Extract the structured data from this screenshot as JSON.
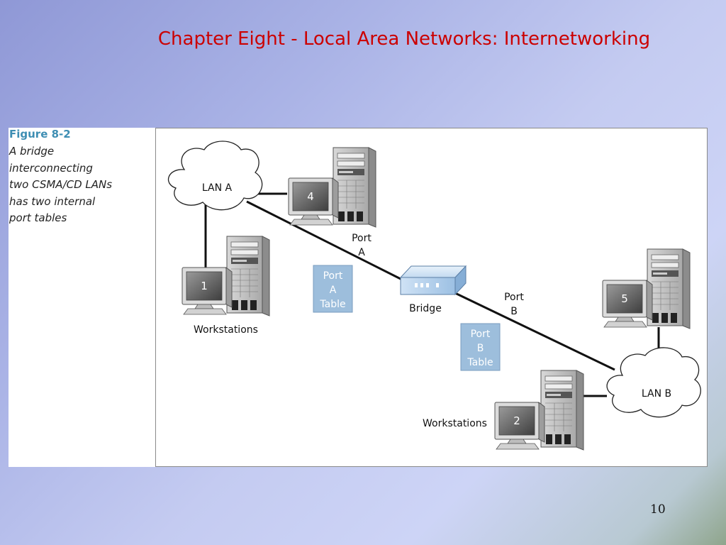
{
  "slide": {
    "title": "Chapter Eight - Local Area Networks: Internetworking",
    "page_number": "10"
  },
  "caption": {
    "figure_label": "Figure 8-2",
    "lines": [
      "A bridge",
      "interconnecting",
      "two CSMA/CD LANs",
      "has two internal",
      "port tables"
    ]
  },
  "diagram": {
    "lan_a": "LAN A",
    "lan_b": "LAN B",
    "bridge": "Bridge",
    "port_a": [
      "Port",
      "A"
    ],
    "port_b": [
      "Port",
      "B"
    ],
    "port_a_table": [
      "Port",
      "A",
      "Table"
    ],
    "port_b_table": [
      "Port",
      "B",
      "Table"
    ],
    "workstations_left": "Workstations",
    "workstations_right": "Workstations",
    "workstation_numbers": {
      "ws1": "1",
      "ws2": "2",
      "ws4": "4",
      "ws5": "5"
    }
  },
  "colors": {
    "title": "#cc0000",
    "figure_label": "#3e8eb3",
    "table_box": "#9dbedc"
  }
}
